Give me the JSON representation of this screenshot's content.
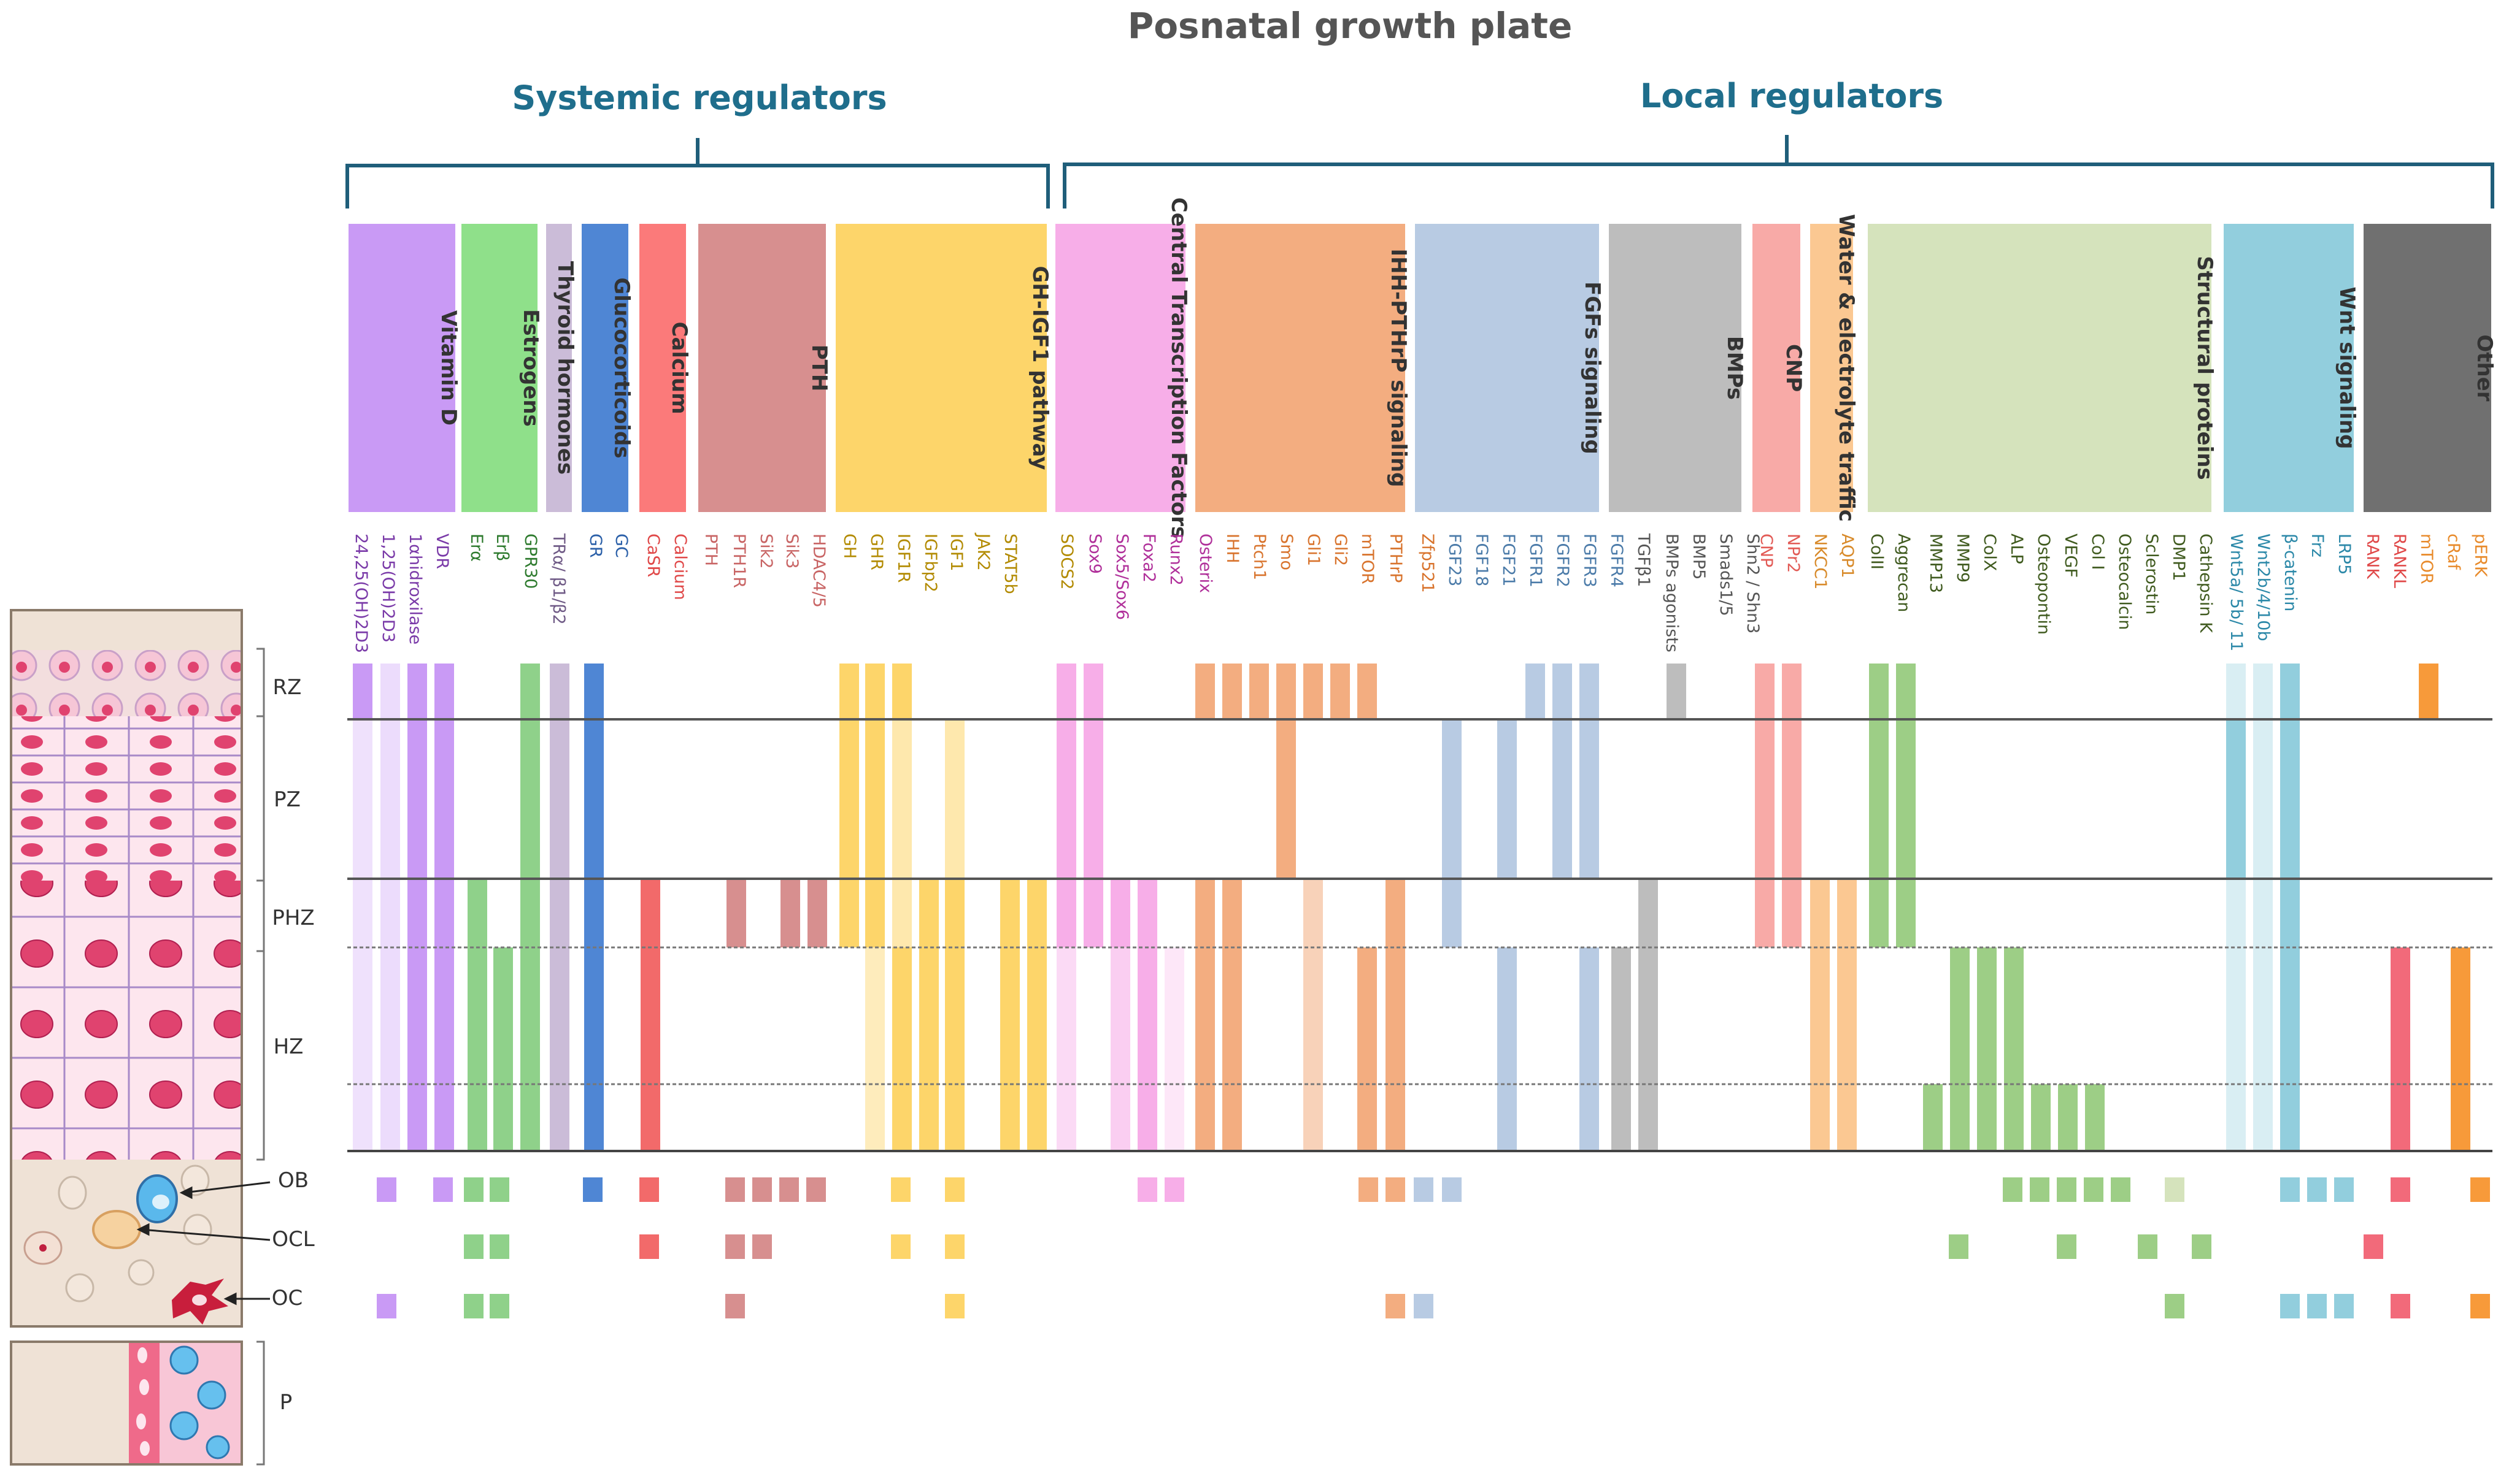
{
  "title": "Posnatal growth plate",
  "groups": {
    "systemic": "Systemic regulators",
    "local": "Local regulators"
  },
  "zone_labels": [
    "RZ",
    "PZ",
    "PHZ",
    "HZ",
    "OB",
    "OCL",
    "OC",
    "P"
  ],
  "categories": [
    {
      "name": "Vitamin D",
      "color": "#c99af5"
    },
    {
      "name": "Estrogens",
      "color": "#8fe08a"
    },
    {
      "name": "Thyroid hormones",
      "color": "#cbbcd8"
    },
    {
      "name": "Glucocorticoids",
      "color": "#4f86d4"
    },
    {
      "name": "Calcium",
      "color": "#fb7a7a"
    },
    {
      "name": "PTH",
      "color": "#d78f8f"
    },
    {
      "name": "GH-IGF1 pathway",
      "color": "#fdd56a"
    },
    {
      "name": "Central Transcription Factors",
      "color": "#f7aee8"
    },
    {
      "name": "IHH-PTHrP signaling",
      "color": "#f3ad80"
    },
    {
      "name": "FGFs signaling",
      "color": "#b8cbe3"
    },
    {
      "name": "BMPs",
      "color": "#bdbdbd"
    },
    {
      "name": "CNP",
      "color": "#f8aaa7"
    },
    {
      "name": "Water & electrolyte traffic",
      "color": "#fbc892"
    },
    {
      "name": "Structural proteins",
      "color": "#d5e3bc"
    },
    {
      "name": "Wnt signaling",
      "color": "#92cedd"
    },
    {
      "name": "Other",
      "color": "#707070"
    }
  ],
  "genes": [
    {
      "label": "24,25(OH)2D3",
      "color": "#7a3aa8"
    },
    {
      "label": "1,25(OH)2D3",
      "color": "#7a3aa8"
    },
    {
      "label": "1αhidroxilase",
      "color": "#7a3aa8"
    },
    {
      "label": "VDR",
      "color": "#7a3aa8"
    },
    {
      "label": "Erα",
      "color": "#2d7a2d"
    },
    {
      "label": "Erβ",
      "color": "#2d7a2d"
    },
    {
      "label": "GPR30",
      "color": "#2d7a2d"
    },
    {
      "label": "TRα/ β1/β2",
      "color": "#6f5a86"
    },
    {
      "label": "GR",
      "color": "#2a5fa8"
    },
    {
      "label": "GC",
      "color": "#2a5fa8"
    },
    {
      "label": "CaSR",
      "color": "#e04848"
    },
    {
      "label": "Calcium",
      "color": "#e04848"
    },
    {
      "label": "PTH",
      "color": "#c86464"
    },
    {
      "label": "PTH1R",
      "color": "#c86464"
    },
    {
      "label": "Sik2",
      "color": "#c86464"
    },
    {
      "label": "Sik3",
      "color": "#c86464"
    },
    {
      "label": "HDAC4/5",
      "color": "#c86464"
    },
    {
      "label": "GH",
      "color": "#b28a00"
    },
    {
      "label": "GHR",
      "color": "#b28a00"
    },
    {
      "label": "IGF1R",
      "color": "#b28a00"
    },
    {
      "label": "IGFbp2",
      "color": "#b28a00"
    },
    {
      "label": "IGF1",
      "color": "#b28a00"
    },
    {
      "label": "JAK2",
      "color": "#b28a00"
    },
    {
      "label": "STAT5b",
      "color": "#b28a00"
    },
    {
      "label": "SOCS2",
      "color": "#b28a00"
    },
    {
      "label": "Sox9",
      "color": "#b0309a"
    },
    {
      "label": "Sox5/Sox6",
      "color": "#b0309a"
    },
    {
      "label": "Foxa2",
      "color": "#b0309a"
    },
    {
      "label": "Runx2",
      "color": "#b0309a"
    },
    {
      "label": "Osterix",
      "color": "#b0309a"
    },
    {
      "label": "IHH",
      "color": "#d8732c"
    },
    {
      "label": "Ptch1",
      "color": "#d8732c"
    },
    {
      "label": "Smo",
      "color": "#d8732c"
    },
    {
      "label": "Gli1",
      "color": "#d8732c"
    },
    {
      "label": "Gli2",
      "color": "#d8732c"
    },
    {
      "label": "mTOR",
      "color": "#d8732c"
    },
    {
      "label": "PTHrP",
      "color": "#d8732c"
    },
    {
      "label": "Zfp521",
      "color": "#d8732c"
    },
    {
      "label": "FGF23",
      "color": "#4a7aa8"
    },
    {
      "label": "FGF18",
      "color": "#4a7aa8"
    },
    {
      "label": "FGF21",
      "color": "#4a7aa8"
    },
    {
      "label": "FGFR1",
      "color": "#4a7aa8"
    },
    {
      "label": "FGFR2",
      "color": "#4a7aa8"
    },
    {
      "label": "FGFR3",
      "color": "#4a7aa8"
    },
    {
      "label": "FGFR4",
      "color": "#4a7aa8"
    },
    {
      "label": "TGFβ1",
      "color": "#555555"
    },
    {
      "label": "BMPs agonists",
      "color": "#555555"
    },
    {
      "label": "BMP5",
      "color": "#555555"
    },
    {
      "label": "Smads1/5",
      "color": "#555555"
    },
    {
      "label": "Shn2 / Shn3",
      "color": "#555555"
    },
    {
      "label": "CNP",
      "color": "#e25a55"
    },
    {
      "label": "NPr2",
      "color": "#e25a55"
    },
    {
      "label": "NKCC1",
      "color": "#d88a2a"
    },
    {
      "label": "AQP1",
      "color": "#d88a2a"
    },
    {
      "label": "ColII",
      "color": "#3f5a1e"
    },
    {
      "label": "Aggrecan",
      "color": "#3f5a1e"
    },
    {
      "label": "MMP13",
      "color": "#3f5a1e"
    },
    {
      "label": "MMP9",
      "color": "#3f5a1e"
    },
    {
      "label": "ColX",
      "color": "#3f5a1e"
    },
    {
      "label": "ALP",
      "color": "#3f5a1e"
    },
    {
      "label": "Osteopontin",
      "color": "#3f5a1e"
    },
    {
      "label": "VEGF",
      "color": "#3f5a1e"
    },
    {
      "label": "Col I",
      "color": "#3f5a1e"
    },
    {
      "label": "Osteocalcin",
      "color": "#3f5a1e"
    },
    {
      "label": "Sclerostin",
      "color": "#3f5a1e"
    },
    {
      "label": "DMP1",
      "color": "#3f5a1e"
    },
    {
      "label": "Cathepsin K",
      "color": "#3f5a1e"
    },
    {
      "label": "Wnt5a/ 5b/ 11",
      "color": "#2b88a8"
    },
    {
      "label": "Wnt2b/4/10b",
      "color": "#2b88a8"
    },
    {
      "label": "β-catenin",
      "color": "#2b88a8"
    },
    {
      "label": "Frz",
      "color": "#2b88a8"
    },
    {
      "label": "LRP5",
      "color": "#2b88a8"
    },
    {
      "label": "RANK",
      "color": "#e04848"
    },
    {
      "label": "RANKL",
      "color": "#e04848"
    },
    {
      "label": "mTOR",
      "color": "#e88a2a"
    },
    {
      "label": "cRaf",
      "color": "#e88a2a"
    },
    {
      "label": "pERK",
      "color": "#e88a2a"
    }
  ]
}
